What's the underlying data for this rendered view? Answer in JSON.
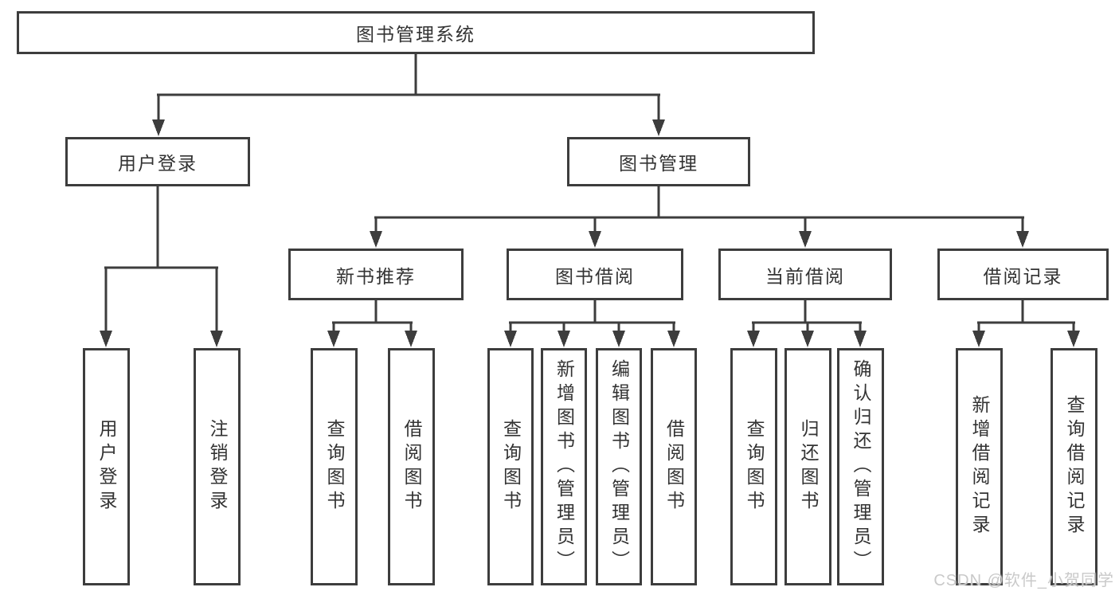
{
  "diagram_type": "tree-diagram",
  "tree": {
    "label": "图书管理系统",
    "children": [
      {
        "label": "用户登录",
        "children": [
          {
            "label": "用户登录"
          },
          {
            "label": "注销登录"
          }
        ]
      },
      {
        "label": "图书管理",
        "children": [
          {
            "label": "新书推荐",
            "children": [
              {
                "label": "查询图书"
              },
              {
                "label": "借阅图书"
              }
            ]
          },
          {
            "label": "图书借阅",
            "children": [
              {
                "label": "查询图书"
              },
              {
                "label": "新增图书（管理员）"
              },
              {
                "label": "编辑图书（管理员）"
              },
              {
                "label": "借阅图书"
              }
            ]
          },
          {
            "label": "当前借阅",
            "children": [
              {
                "label": "查询图书"
              },
              {
                "label": "归还图书"
              },
              {
                "label": "确认归还（管理员）"
              }
            ]
          },
          {
            "label": "借阅记录",
            "children": [
              {
                "label": "新增借阅记录"
              },
              {
                "label": "查询借阅记录"
              }
            ]
          }
        ]
      }
    ]
  },
  "watermark": "CSDN @软件_小贺同学",
  "colors": {
    "background": "#ffffff",
    "box_border": "#3d3d3d",
    "line": "#3d3d3d",
    "text": "#333333",
    "watermark_text": "#c9c9c9"
  }
}
